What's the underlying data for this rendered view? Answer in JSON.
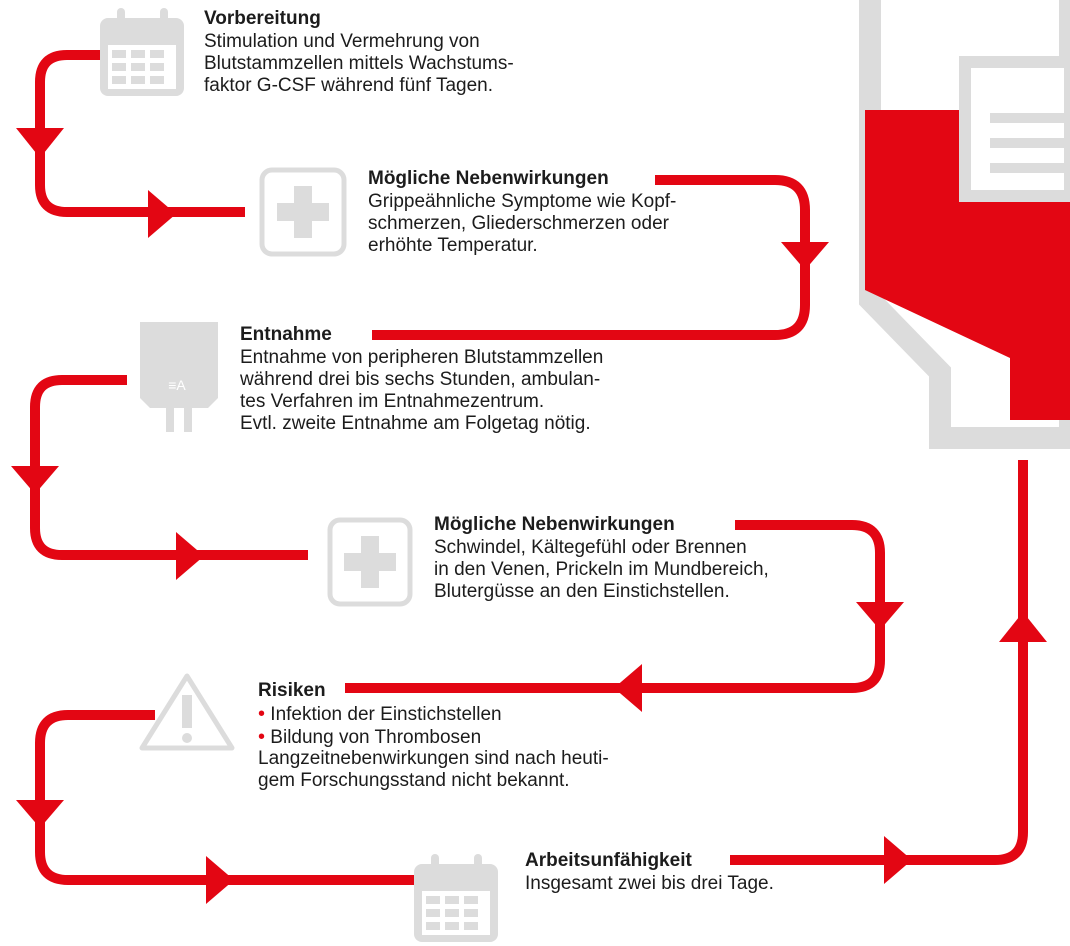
{
  "colors": {
    "accent": "#e30613",
    "icon": "#dcdcdc",
    "text": "#1c1c1c"
  },
  "steps": [
    {
      "icon": "calendar-icon",
      "title": "Vorbereitung",
      "lines": [
        "Stimulation und Vermehrung von",
        "Blutstammzellen mittels Wachstums-",
        "faktor G-CSF während fünf Tagen."
      ]
    },
    {
      "icon": "medical-cross-icon",
      "title": "Mögliche Nebenwirkungen",
      "lines": [
        "Grippeähnliche Symptome wie Kopf-",
        "schmerzen, Gliederschmerzen oder",
        "erhöhte Temperatur."
      ]
    },
    {
      "icon": "blood-bag-icon",
      "icon_label": "≡A",
      "title": "Entnahme",
      "lines": [
        "Entnahme von peripheren Blutstammzellen",
        "während drei bis sechs Stunden, ambulan-",
        "tes Verfahren im Entnahmezentrum.",
        "Evtl. zweite Entnahme am Folgetag nötig."
      ]
    },
    {
      "icon": "medical-cross-icon",
      "title": "Mögliche Nebenwirkungen",
      "lines": [
        "Schwindel, Kältegefühl oder Brennen",
        "in den Venen, Prickeln im Mundbereich,",
        "Blutergüsse an den Einstichstellen."
      ]
    },
    {
      "icon": "warning-icon",
      "title": "Risiken",
      "bullets": [
        "Infektion der Einstichstellen",
        "Bildung von Thrombosen"
      ],
      "lines": [
        "Langzeitnebenwirkungen sind nach heuti-",
        "gem Forschungsstand nicht bekannt."
      ]
    },
    {
      "icon": "calendar-icon",
      "title": "Arbeitsunfähigkeit",
      "lines": [
        "Insgesamt zwei bis drei Tage."
      ]
    }
  ],
  "big_icon": "blood-bag-icon"
}
